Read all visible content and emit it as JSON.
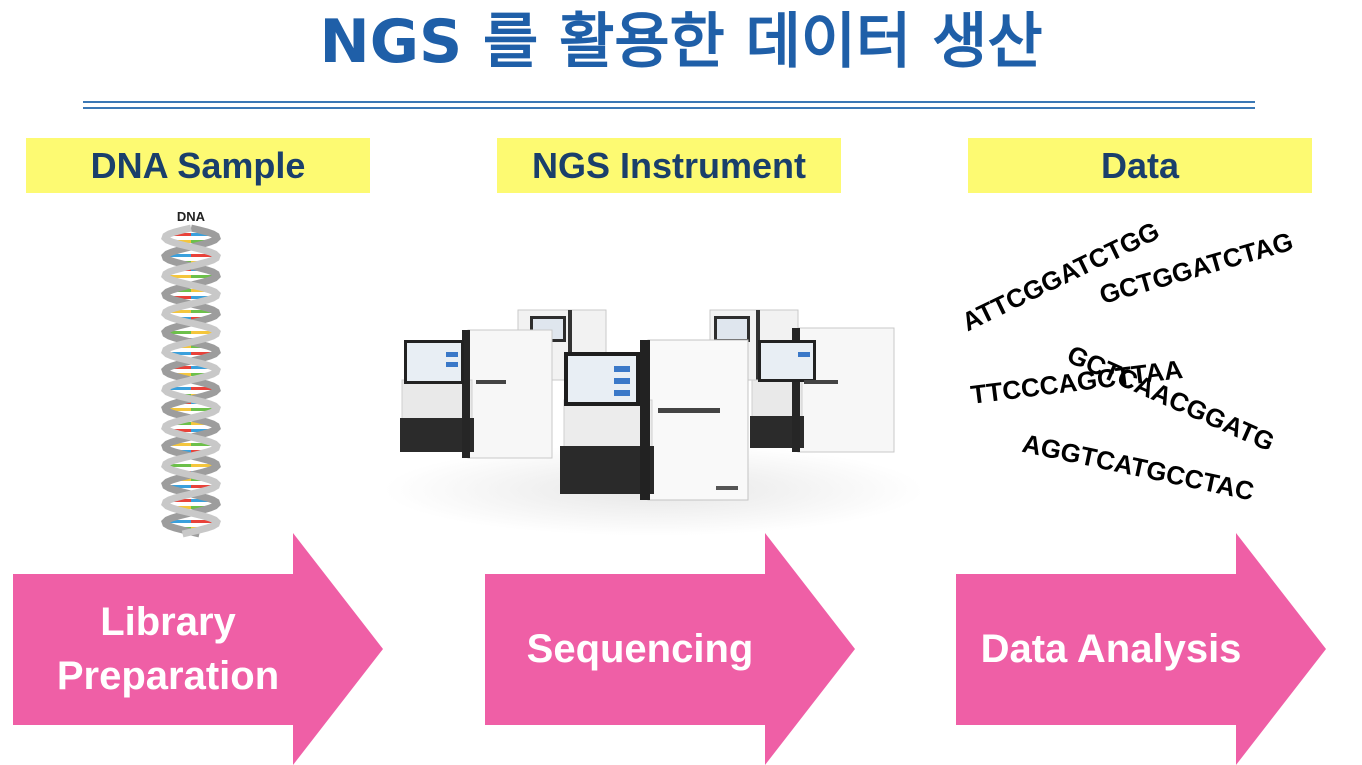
{
  "title": "NGS 를 활용한 데이터 생산",
  "columns": [
    {
      "header": "DNA Sample",
      "step": "Library Preparation"
    },
    {
      "header": "NGS Instrument",
      "step": "Sequencing"
    },
    {
      "header": "Data",
      "step": "Data Analysis"
    }
  ],
  "dna_label": "DNA",
  "sequences": [
    "ATTCGGATCTGG",
    "GCTGGATCTAG",
    "GCTCAACGGATG",
    "TTCCCAGCTTAA",
    "AGGTCATGCCTAC"
  ],
  "colors": {
    "title": "#1f5fa8",
    "header_bg": "#fdfa72",
    "header_text": "#1a3f6b",
    "arrow": "#ef5fa6",
    "rule": "#3b78b5"
  }
}
